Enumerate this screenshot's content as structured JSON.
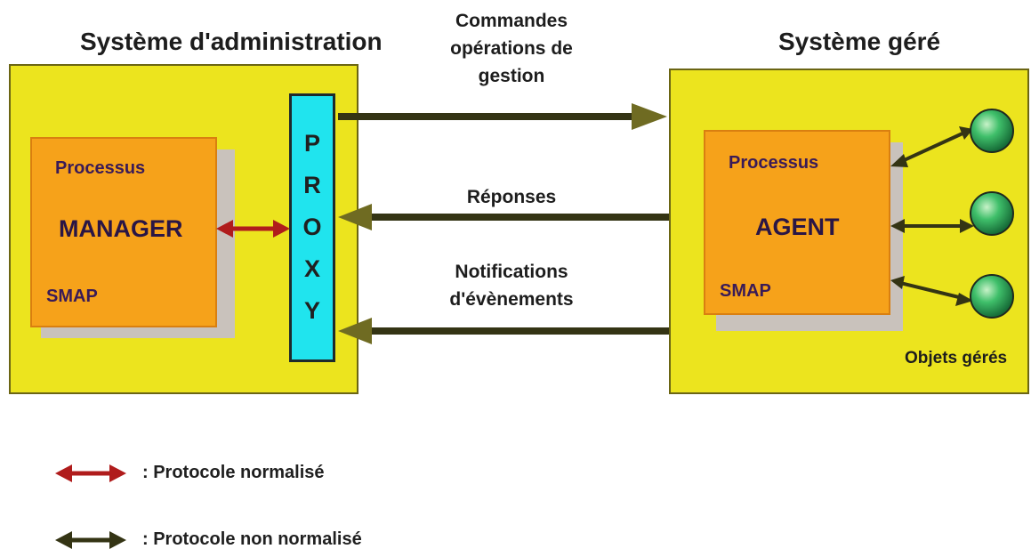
{
  "admin_system": {
    "title": "Système d'administration",
    "process": {
      "label_top": "Processus",
      "name": "MANAGER",
      "label_bottom": "SMAP"
    },
    "proxy_letters": [
      "P",
      "R",
      "O",
      "X",
      "Y"
    ]
  },
  "managed_system": {
    "title": "Système géré",
    "process": {
      "label_top": "Processus",
      "name": "AGENT",
      "label_bottom": "SMAP"
    },
    "objects_label": "Objets gérés"
  },
  "flows": {
    "commands": [
      "Commandes",
      "opérations de",
      "gestion"
    ],
    "responses": "Réponses",
    "notifications": [
      "Notifications",
      "d'évènements"
    ]
  },
  "legend": {
    "normalized": ": Protocole normalisé",
    "non_normalized": ": Protocole non normalisé"
  },
  "colors": {
    "system_box": "#ece41e",
    "process_box": "#f6a21a",
    "proxy_box": "#20e4ee",
    "normalized_arrow": "#b01c1c",
    "non_normalized_arrow": "#343414",
    "managed_object": "#1f9b4d"
  }
}
